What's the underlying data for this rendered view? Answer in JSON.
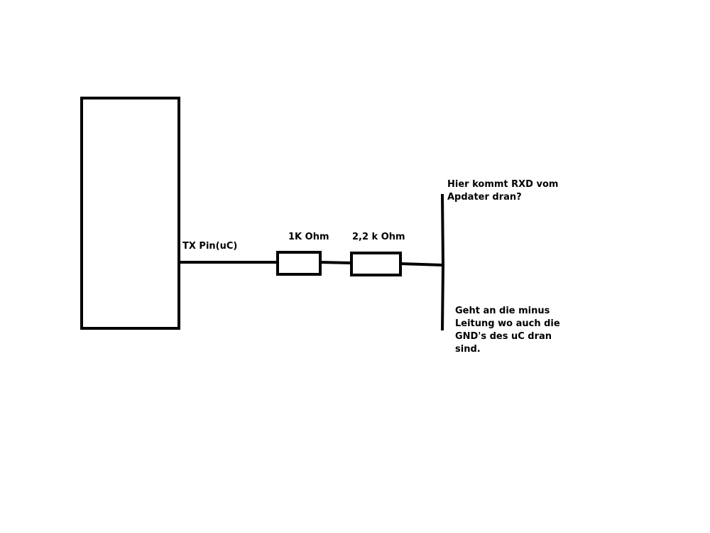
{
  "labels": {
    "tx_pin": "TX Pin(uC)",
    "resistor_1": "1K Ohm",
    "resistor_2": "2,2 k Ohm",
    "rxd_note": [
      "Hier kommt RXD vom",
      "Apdater dran?"
    ],
    "gnd_note": [
      "Geht an die minus",
      "Leitung wo auch die",
      "GND's des uC dran",
      "sind."
    ]
  },
  "colors": {
    "stroke": "#000000",
    "background": "#ffffff"
  }
}
